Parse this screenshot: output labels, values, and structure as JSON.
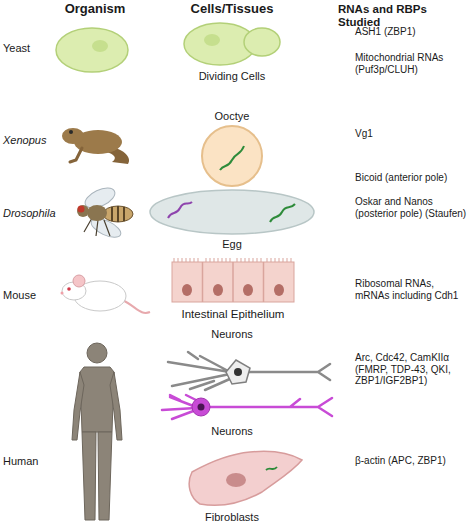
{
  "diagram": {
    "labels": [
      "Organism",
      "Cells/Tissues",
      "RNAs and RBPs Studied",
      "Yeast",
      "Dividing Cells",
      "ASH1 (ZBP1)",
      "Mitochondrial RNAs (Puf3p/CLUH)",
      "Xenopus",
      "Ooctye",
      "Vg1",
      "Drosophila",
      "Bicoid (anterior pole)",
      "Oskar and Nanos (posterior pole) (Staufen)",
      "Egg",
      "Mouse",
      "Ribosomal RNAs, mRNAs including Cdh1",
      "Intestinal Epithelium",
      "Neurons",
      "Arc, Cdc42, CamKIIα (FMRP, TDP-43, QKI, ZBP1/IGF2BP1)",
      "Human",
      "Neurons",
      "β-actin (APC, ZBP1)",
      "Fibroblasts"
    ]
  }
}
